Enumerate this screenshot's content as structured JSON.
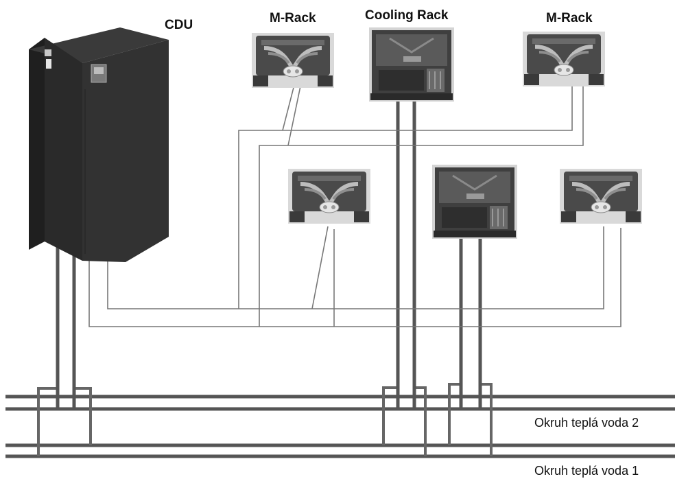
{
  "labels": {
    "cdu": "CDU",
    "m_rack_left": "M-Rack",
    "cooling_rack": "Cooling Rack",
    "m_rack_right": "M-Rack",
    "loop_2": "Okruh teplá voda 2",
    "loop_1": "Okruh teplá voda 1"
  },
  "colors": {
    "pipe": "#555555",
    "thin_line": "#777777",
    "cabinet": "#2b2b2b",
    "rack_body": "#4a4a4a",
    "background": "#ffffff"
  }
}
